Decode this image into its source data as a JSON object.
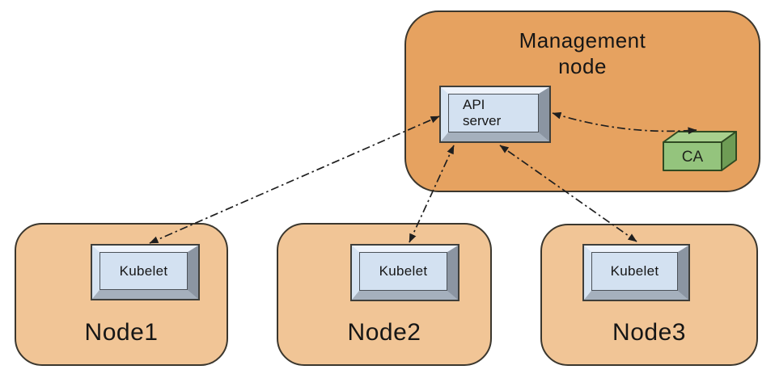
{
  "diagram": {
    "management_node": {
      "label": "Management\nnode",
      "api_server_label": "API\nserver",
      "ca_label": "CA"
    },
    "worker_nodes": [
      {
        "label": "Node1",
        "component_label": "Kubelet"
      },
      {
        "label": "Node2",
        "component_label": "Kubelet"
      },
      {
        "label": "Node3",
        "component_label": "Kubelet"
      }
    ],
    "connections": [
      {
        "from": "API server",
        "to": "Kubelet (Node1)",
        "line_style": "dash-dot",
        "arrows": "both"
      },
      {
        "from": "API server",
        "to": "Kubelet (Node2)",
        "line_style": "dash-dot",
        "arrows": "both"
      },
      {
        "from": "API server",
        "to": "Kubelet (Node3)",
        "line_style": "dash-dot",
        "arrows": "both"
      },
      {
        "from": "API server",
        "to": "CA",
        "line_style": "dash-dot",
        "arrows": "both"
      }
    ],
    "colors": {
      "background": "#ffffff",
      "management_fill": "#e6a260",
      "node_fill": "#f1c596",
      "shape_border": "#3b372e",
      "component_face": "#d3e1f1",
      "ca_front": "#94c47d",
      "ca_top": "#a8d08e",
      "ca_side": "#6e9c55",
      "ca_border": "#2f4a22",
      "connector": "#1f1f1f"
    }
  }
}
